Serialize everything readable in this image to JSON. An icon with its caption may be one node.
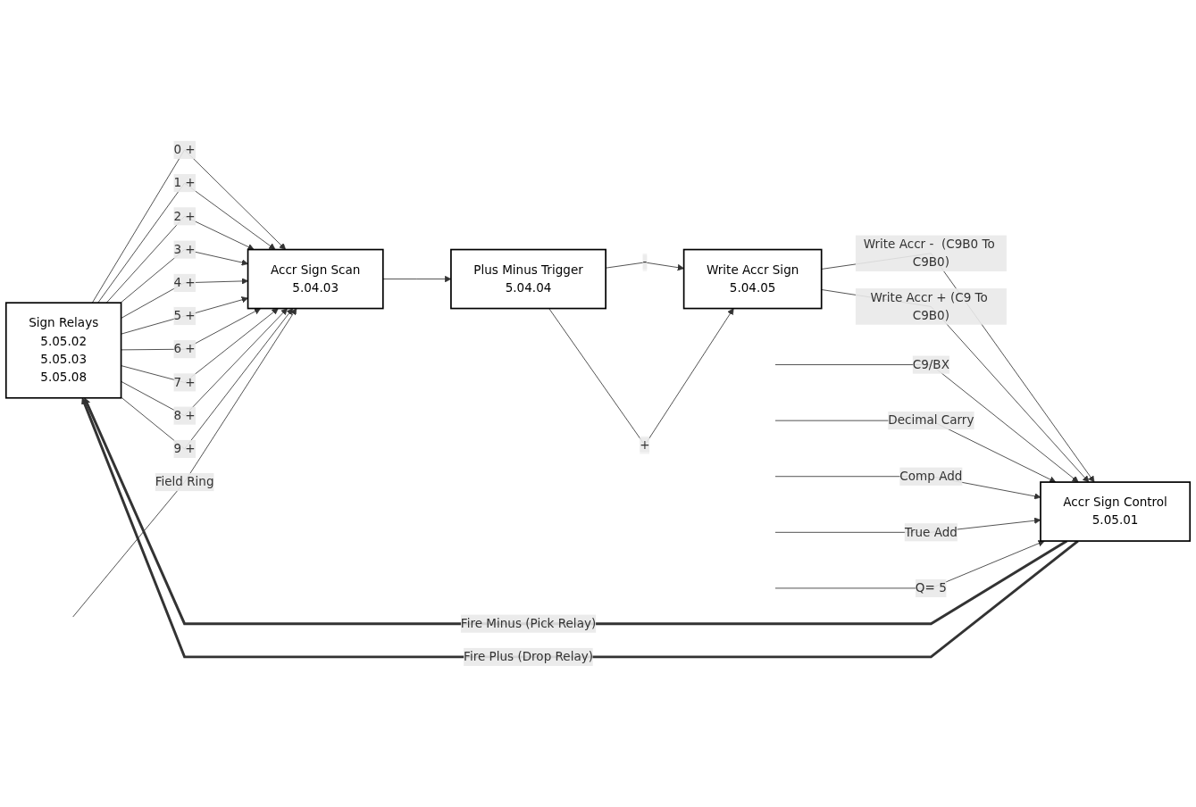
{
  "diagram": {
    "nodes": [
      {
        "text": [
          "Sign Relays",
          "5.05.02",
          "5.05.03",
          "5.05.08"
        ]
      },
      {
        "text": [
          "Accr Sign Scan",
          "5.04.03"
        ]
      },
      {
        "text": [
          "Plus Minus Trigger",
          "5.04.04"
        ]
      },
      {
        "text": [
          "Write Accr Sign",
          "5.04.05"
        ]
      },
      {
        "text": [
          "Accr Sign Control",
          "5.05.01"
        ]
      }
    ],
    "edges": [
      {
        "from": 0,
        "to": 1,
        "label": "0 +",
        "arrow": "to"
      },
      {
        "from": 0,
        "to": 1,
        "label": "1 +",
        "arrow": "to"
      },
      {
        "from": 0,
        "to": 1,
        "label": "2 +",
        "arrow": "to"
      },
      {
        "from": 0,
        "to": 1,
        "label": "3 +",
        "arrow": "to"
      },
      {
        "from": 0,
        "to": 1,
        "label": "4 +",
        "arrow": "to"
      },
      {
        "from": 0,
        "to": 1,
        "label": "5 +",
        "arrow": "to"
      },
      {
        "from": 0,
        "to": 1,
        "label": "6 +",
        "arrow": "to"
      },
      {
        "from": 0,
        "to": 1,
        "label": "7 +",
        "arrow": "to"
      },
      {
        "from": 0,
        "to": 1,
        "label": "8 +",
        "arrow": "to"
      },
      {
        "from": 0,
        "to": 1,
        "label": "9 +",
        "arrow": "to"
      },
      {
        "from": null,
        "to": 1,
        "label": "Field Ring",
        "arrow": "to"
      },
      {
        "from": 1,
        "to": 2,
        "arrow": "to"
      },
      {
        "from": 2,
        "to": 3,
        "label": "-",
        "arrow": "to"
      },
      {
        "from": 2,
        "to": 3,
        "label": "+",
        "arrow": "to"
      },
      {
        "from": 3,
        "to": 4,
        "label": "Write Accr -  (C9B0 To C9B0)",
        "arrow": "to"
      },
      {
        "from": 3,
        "to": 4,
        "label": "Write Accr + (C9 To C9B0)",
        "arrow": "to"
      },
      {
        "from": null,
        "to": 4,
        "label": "C9/BX",
        "arrow": "to"
      },
      {
        "from": null,
        "to": 4,
        "label": "Decimal Carry",
        "arrow": "to"
      },
      {
        "from": null,
        "to": 4,
        "label": "Comp Add",
        "arrow": "to"
      },
      {
        "from": null,
        "to": 4,
        "label": "True Add",
        "arrow": "to"
      },
      {
        "from": null,
        "to": 4,
        "label": "Q= 5",
        "arrow": "to"
      },
      {
        "from": 4,
        "to": 0,
        "label": "Fire Minus (Pick Relay)",
        "arrow": "to",
        "style": "thick"
      },
      {
        "from": 4,
        "to": 0,
        "label": "Fire Plus (Drop Relay)",
        "arrow": "to",
        "style": "thick"
      }
    ]
  }
}
